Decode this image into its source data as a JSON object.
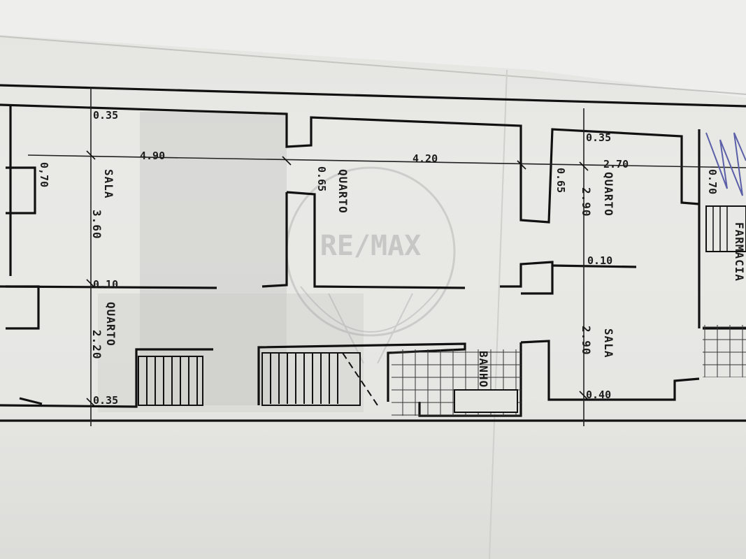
{
  "watermark": {
    "brand": "RE/MAX"
  },
  "dimensions": {
    "d_035_topleft": "0.35",
    "d_070_left": "0,70",
    "d_490": "4.90",
    "d_420": "4.20",
    "d_065_quarto1": "0.65",
    "d_065_right": "0.65",
    "d_035_topright": "0.35",
    "d_270": "2.70",
    "d_070_right": "0.70",
    "d_010_left": "0.10",
    "d_010_right": "0.10",
    "d_035_bottomleft": "0.35",
    "d_040_bottomright": "0.40"
  },
  "rooms": {
    "sala_left": {
      "name": "SALA",
      "size": "3.60"
    },
    "quarto_left": {
      "name": "QUARTO",
      "size": "2.20"
    },
    "quarto_center": {
      "name": "QUARTO"
    },
    "quarto_right": {
      "name": "QUARTO",
      "size": "2.90"
    },
    "sala_right": {
      "name": "SALA",
      "size": "2.90"
    },
    "banho": {
      "name": "BANHO"
    },
    "farmacia": {
      "name": "FARMACIA"
    }
  }
}
